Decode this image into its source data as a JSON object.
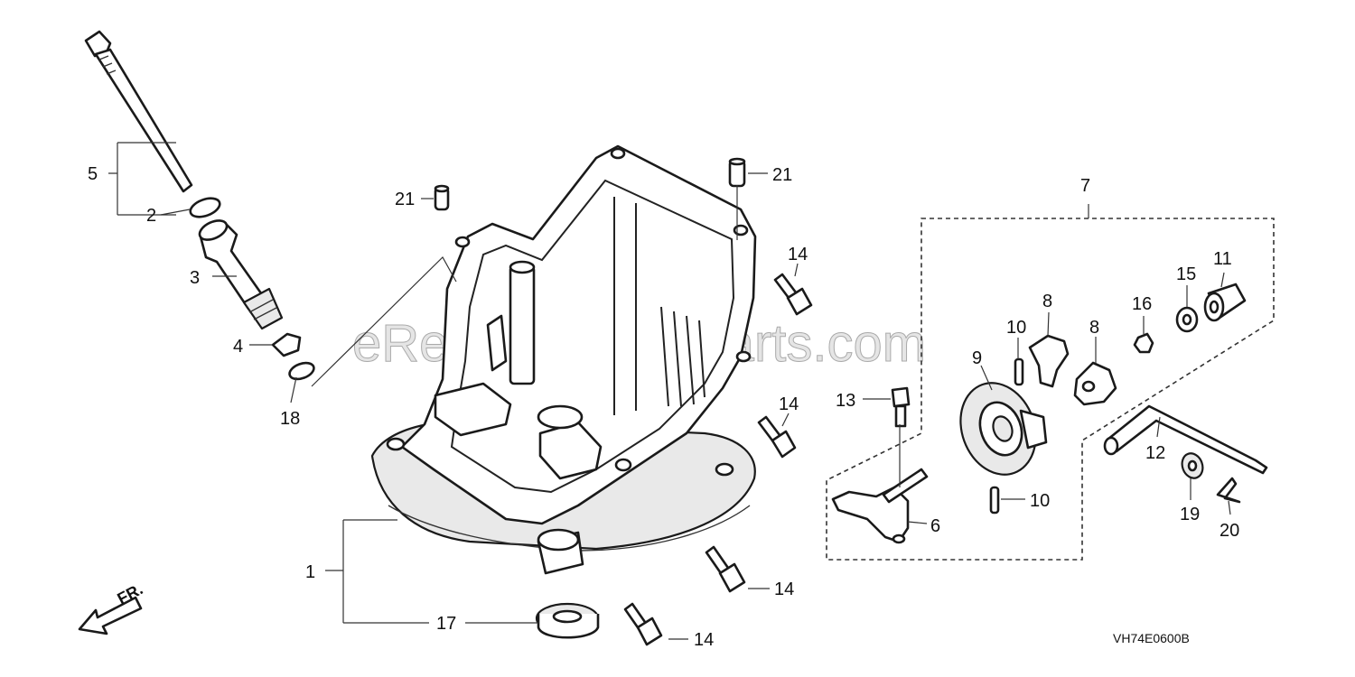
{
  "watermark": "eReplacementParts.com",
  "diagram_code": "VH74E0600B",
  "front_label": "FR.",
  "callouts": {
    "c1": "1",
    "c2": "2",
    "c3": "3",
    "c4": "4",
    "c5": "5",
    "c6": "6",
    "c7": "7",
    "c8a": "8",
    "c8b": "8",
    "c9": "9",
    "c10a": "10",
    "c10b": "10",
    "c11": "11",
    "c12": "12",
    "c13": "13",
    "c14a": "14",
    "c14b": "14",
    "c14c": "14",
    "c14d": "14",
    "c15": "15",
    "c16": "16",
    "c17": "17",
    "c18": "18",
    "c19": "19",
    "c20": "20",
    "c21a": "21",
    "c21b": "21"
  }
}
